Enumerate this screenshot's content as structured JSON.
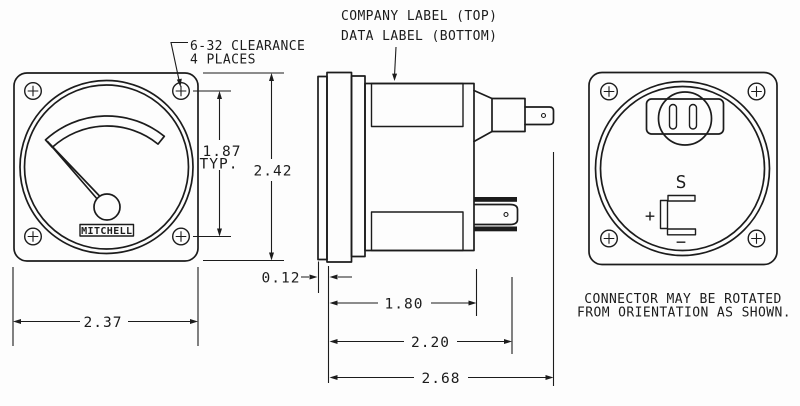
{
  "colors": {
    "ink": "#1c1c1c",
    "paper": "#fdfdfd"
  },
  "annotations": {
    "company_label": "COMPANY LABEL (TOP)",
    "data_label": "DATA LABEL (BOTTOM)",
    "clearance_line1": "6-32 CLEARANCE",
    "clearance_line2": "4 PLACES",
    "connector_note_line1": "CONNECTOR MAY BE ROTATED",
    "connector_note_line2": "FROM ORIENTATION AS SHOWN."
  },
  "front_view": {
    "brand": "MITCHELL",
    "dim_width": "2.37",
    "dim_mount_holes": "1.87",
    "dim_mount_holes_qualifier": "TYP.",
    "dim_height": "2.42"
  },
  "side_view": {
    "dim_bezel_lip": "0.12",
    "dim_case_depth": "1.80",
    "dim_depth_with_connector": "2.20",
    "dim_overall_depth": "2.68"
  },
  "rear_view": {
    "terminal_sender": "S",
    "terminal_positive": "+",
    "terminal_negative": "−"
  }
}
